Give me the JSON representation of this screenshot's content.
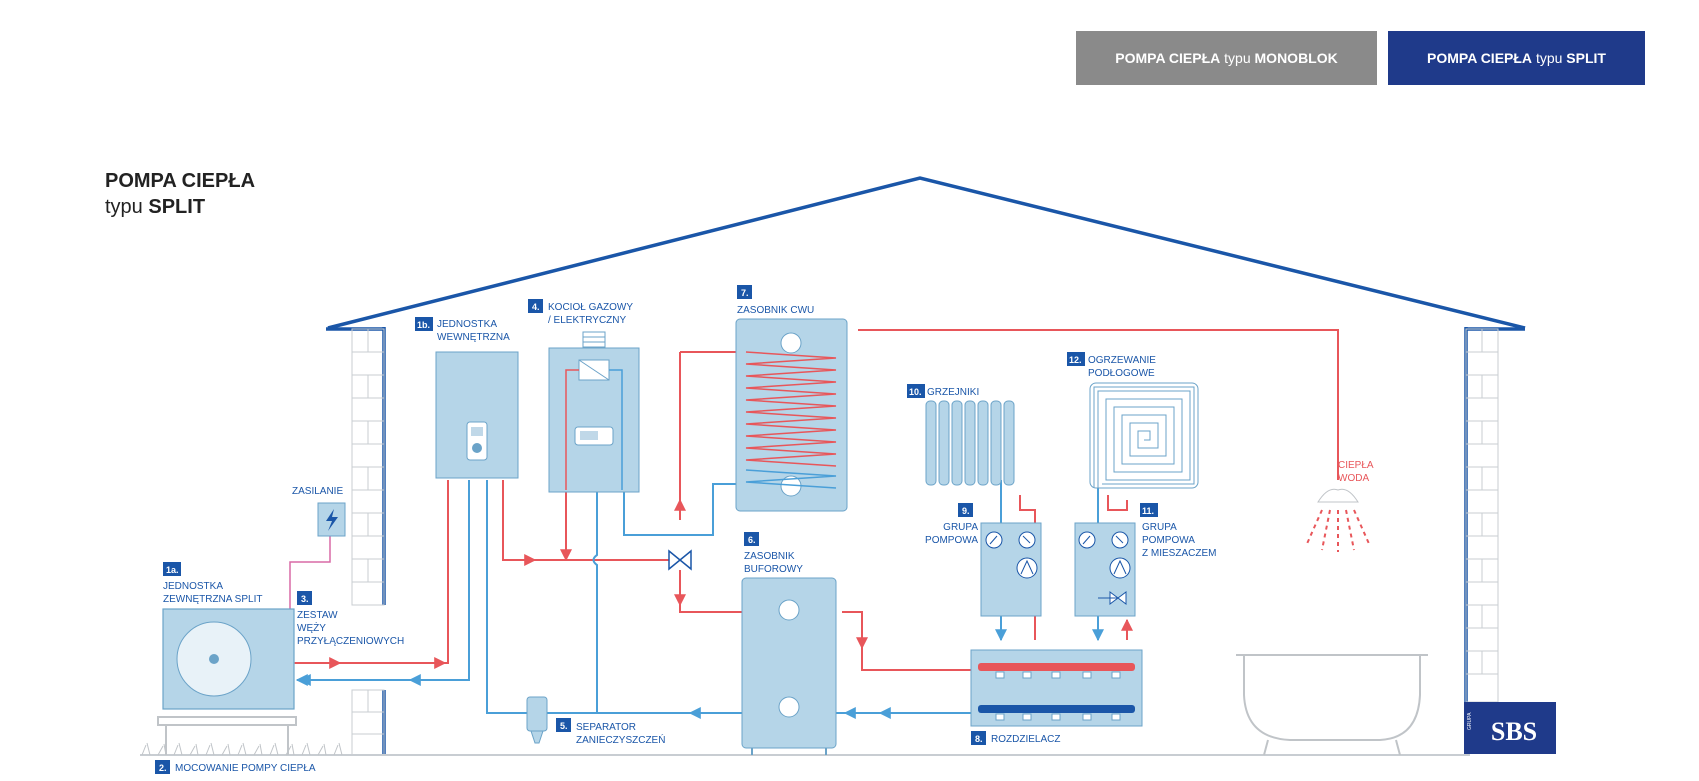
{
  "tabs": {
    "monoblok": {
      "prefix": "POMPA CIEPŁA",
      "mid": "typu",
      "bold": "MONOBLOK"
    },
    "split": {
      "prefix": "POMPA CIEPŁA",
      "mid": "typu",
      "bold": "SPLIT"
    }
  },
  "title": {
    "line1": "POMPA CIEPŁA",
    "line2_prefix": "typu",
    "line2_bold": "SPLIT"
  },
  "labels": {
    "n1a": "1a.",
    "t1a_1": "JEDNOSTKA",
    "t1a_2": "ZEWNĘTRZNA SPLIT",
    "n1b": "1b.",
    "t1b_1": "JEDNOSTKA",
    "t1b_2": "WEWNĘTRZNA",
    "n2": "2.",
    "t2": "MOCOWANIE POMPY CIEPŁA",
    "n3": "3.",
    "t3_1": "ZESTAW",
    "t3_2": "WĘŻY",
    "t3_3": "PRZYŁĄCZENIOWYCH",
    "n4": "4.",
    "t4_1": "KOCIOŁ GAZOWY",
    "t4_2": "/ ELEKTRYCZNY",
    "n5": "5.",
    "t5_1": "SEPARATOR",
    "t5_2": "ZANIECZYSZCZEŃ",
    "n6": "6.",
    "t6_1": "ZASOBNIK",
    "t6_2": "BUFOROWY",
    "n7": "7.",
    "t7": "ZASOBNIK CWU",
    "n8": "8.",
    "t8": "ROZDZIELACZ",
    "n9": "9.",
    "t9_1": "GRUPA",
    "t9_2": "POMPOWA",
    "n10": "10.",
    "t10": "GRZEJNIKI",
    "n11": "11.",
    "t11_1": "GRUPA",
    "t11_2": "POMPOWA",
    "t11_3": "Z MIESZACZEM",
    "n12": "12.",
    "t12_1": "OGRZEWANIE",
    "t12_2": "PODŁOGOWE",
    "zasilanie": "ZASILANIE",
    "ciepla_1": "CIEPŁA",
    "ciepla_2": "WODA"
  },
  "logo": {
    "small": "GRUPA",
    "text": "SBS"
  },
  "colors": {
    "blue": "#1a56a8",
    "light": "#b5d5e8",
    "red": "#e8565a",
    "pipeBlue": "#4a9fd8",
    "navy": "#1f3a8a"
  }
}
